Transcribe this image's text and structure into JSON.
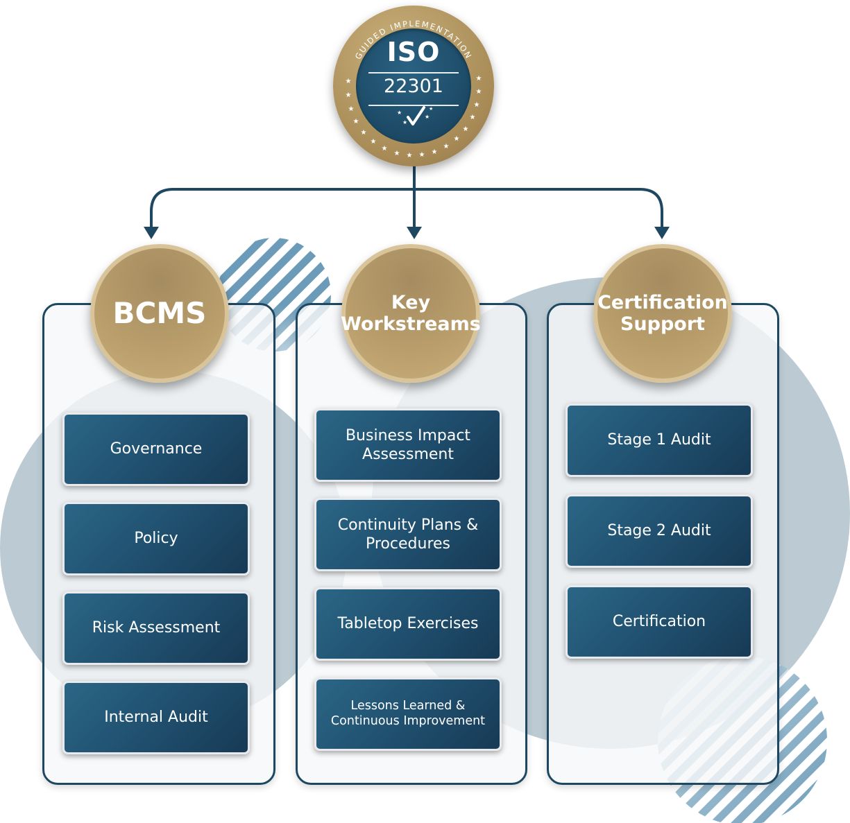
{
  "badge": {
    "arc_text": "GUIDED IMPLEMENTATION",
    "title": "ISO",
    "number": "22301",
    "icon": "checkmark-icon"
  },
  "columns": [
    {
      "title": "BCMS",
      "items": [
        "Governance",
        "Policy",
        "Risk Assessment",
        "Internal Audit"
      ]
    },
    {
      "title": "Key\nWorkstreams",
      "items": [
        "Business Impact\nAssessment",
        "Continuity Plans &\nProcedures",
        "Tabletop Exercises",
        "Lessons Learned &\nContinuous Improvement"
      ]
    },
    {
      "title": "Certification\nSupport",
      "items": [
        "Stage 1 Audit",
        "Stage 2 Audit",
        "Certification"
      ]
    }
  ],
  "colors": {
    "navy": "#1e4762",
    "gold": "#b89d6b",
    "item_blue": "#1f4e6d",
    "backdrop": "#bccbd3",
    "stripe": "#6b9bb8"
  }
}
